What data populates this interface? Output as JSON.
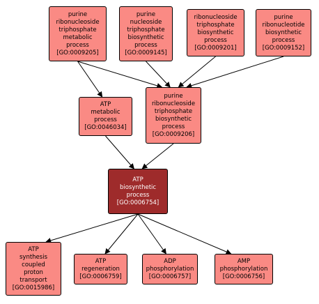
{
  "colors": {
    "node_fill": "#fa8a84",
    "focus_fill": "#9e2b2b",
    "border": "#000000",
    "edge": "#000000",
    "focus_text": "#ffffff"
  },
  "nodes": [
    {
      "id": "GO:0009205",
      "lines": [
        "purine",
        "ribonucleoside",
        "triphosphate",
        "metabolic",
        "process",
        "[GO:0009205]"
      ],
      "focus": false
    },
    {
      "id": "GO:0009145",
      "lines": [
        "purine",
        "nucleoside",
        "triphosphate",
        "biosynthetic",
        "process",
        "[GO:0009145]"
      ],
      "focus": false
    },
    {
      "id": "GO:0009201",
      "lines": [
        "ribonucleoside",
        "triphosphate",
        "biosynthetic",
        "process",
        "[GO:0009201]"
      ],
      "focus": false
    },
    {
      "id": "GO:0009152",
      "lines": [
        "purine",
        "ribonucleotide",
        "biosynthetic",
        "process",
        "[GO:0009152]"
      ],
      "focus": false
    },
    {
      "id": "GO:0046034",
      "lines": [
        "ATP",
        "metabolic",
        "process",
        "[GO:0046034]"
      ],
      "focus": false
    },
    {
      "id": "GO:0009206",
      "lines": [
        "purine",
        "ribonucleoside",
        "triphosphate",
        "biosynthetic",
        "process",
        "[GO:0009206]"
      ],
      "focus": false
    },
    {
      "id": "GO:0006754",
      "lines": [
        "ATP",
        "biosynthetic",
        "process",
        "[GO:0006754]"
      ],
      "focus": true
    },
    {
      "id": "GO:0015986",
      "lines": [
        "ATP",
        "synthesis",
        "coupled",
        "proton",
        "transport",
        "[GO:0015986]"
      ],
      "focus": false
    },
    {
      "id": "GO:0006759",
      "lines": [
        "ATP",
        "regeneration",
        "[GO:0006759]"
      ],
      "focus": false
    },
    {
      "id": "GO:0006757",
      "lines": [
        "ADP",
        "phosphorylation",
        "[GO:0006757]"
      ],
      "focus": false
    },
    {
      "id": "GO:0006756",
      "lines": [
        "AMP",
        "phosphorylation",
        "[GO:0006756]"
      ],
      "focus": false
    }
  ],
  "edges": [
    {
      "from": "GO:0009205",
      "to": "GO:0046034"
    },
    {
      "from": "GO:0009205",
      "to": "GO:0009206"
    },
    {
      "from": "GO:0009145",
      "to": "GO:0009206"
    },
    {
      "from": "GO:0009201",
      "to": "GO:0009206"
    },
    {
      "from": "GO:0009152",
      "to": "GO:0009206"
    },
    {
      "from": "GO:0046034",
      "to": "GO:0006754"
    },
    {
      "from": "GO:0009206",
      "to": "GO:0006754"
    },
    {
      "from": "GO:0006754",
      "to": "GO:0015986"
    },
    {
      "from": "GO:0006754",
      "to": "GO:0006759"
    },
    {
      "from": "GO:0006754",
      "to": "GO:0006757"
    },
    {
      "from": "GO:0006754",
      "to": "GO:0006756"
    }
  ]
}
